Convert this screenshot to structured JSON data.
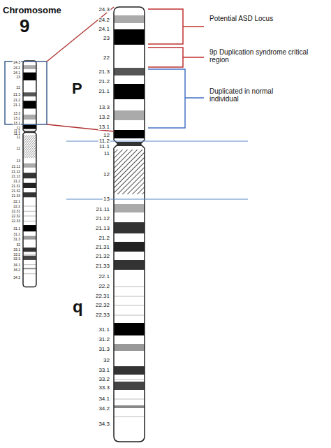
{
  "diagram": {
    "labels": [
      "Chromosome",
      "9",
      "P",
      "q",
      "Potential ASD Locus",
      "9p Duplication syndrome critical region",
      "Duplicated in normal individual",
      "24.3",
      "24.2",
      "24.1",
      "23",
      "22",
      "21.3",
      "21.2",
      "21.1",
      "13.3",
      "13.2",
      "13.1",
      "12",
      "11.2",
      "11.1",
      "11",
      "12",
      "13",
      "21.11",
      "21.12",
      "21.13",
      "21.2",
      "21.31",
      "21.32",
      "21.33",
      "22.1",
      "22.2",
      "22.31",
      "22.32",
      "22.33",
      "31.1",
      "31.2",
      "31.3",
      "32",
      "33.1",
      "33.2",
      "33.3",
      "34.1",
      "34.2",
      "34.3",
      "24.3",
      "24.2",
      "24.1",
      "23",
      "22",
      "21.3",
      "21.2",
      "21.1",
      "13.3",
      "13.2",
      "13.1",
      "12",
      "11.2",
      "11.1",
      "11",
      "12",
      "13",
      "21.11",
      "21.12",
      "21.13",
      "21.2",
      "21.31",
      "21.32",
      "21.33",
      "22.1",
      "22.2",
      "22.31",
      "22.32",
      "22.33",
      "31.1",
      "31.2",
      "31.3",
      "32",
      "33.1",
      "33.2",
      "33.3",
      "34.1",
      "34.2",
      "34.3"
    ]
  }
}
